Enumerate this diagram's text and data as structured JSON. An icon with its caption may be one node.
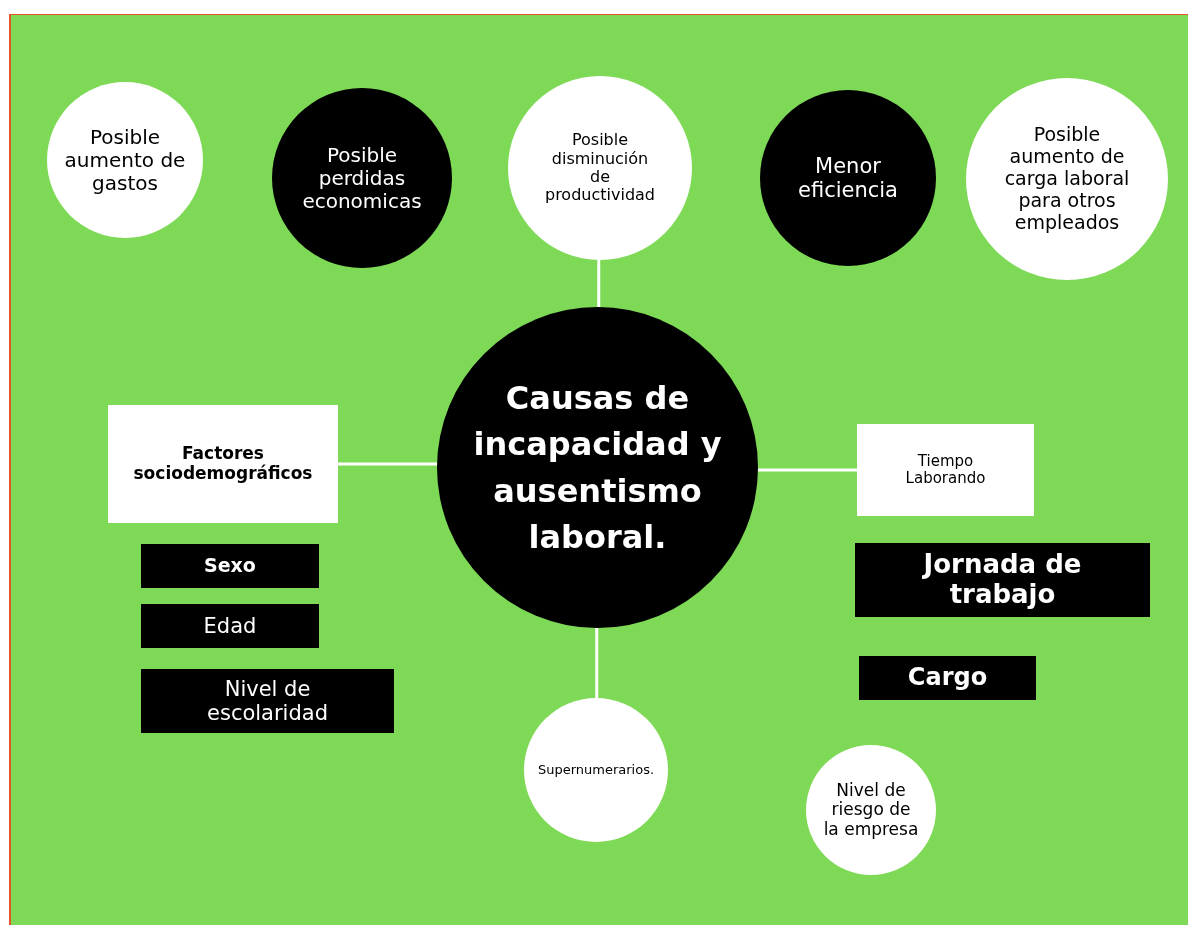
{
  "diagram": {
    "nodes": [
      {
        "text": [
          "Posible aumento de gastos"
        ]
      },
      {
        "text": [
          "Posible perdidas economicas"
        ]
      },
      {
        "text": [
          "Posible disminución de productividad"
        ]
      },
      {
        "text": [
          "Menor eficiencia"
        ]
      },
      {
        "text": [
          "Posible aumento de carga laboral para otros empleados"
        ]
      },
      {
        "text": [
          "Causas de incapacidad y ausentismo laboral."
        ]
      },
      {
        "text": [
          "Factores sociodemográficos"
        ]
      },
      {
        "text": [
          "Sexo"
        ]
      },
      {
        "text": [
          "Edad"
        ]
      },
      {
        "text": [
          "Nivel de escolaridad"
        ]
      },
      {
        "text": [
          "Tiempo Laborando"
        ]
      },
      {
        "text": [
          "Jornada de trabajo"
        ]
      },
      {
        "text": [
          "Cargo"
        ]
      },
      {
        "text": [
          "Supernumerarios."
        ]
      },
      {
        "text": [
          "Nivel de riesgo de la empresa"
        ]
      }
    ],
    "edges": [
      {
        "from": 2,
        "to": 5,
        "arrow": "none"
      },
      {
        "from": 6,
        "to": 5,
        "arrow": "none"
      },
      {
        "from": 5,
        "to": 10,
        "arrow": "none"
      },
      {
        "from": 5,
        "to": 13,
        "arrow": "none"
      }
    ]
  }
}
